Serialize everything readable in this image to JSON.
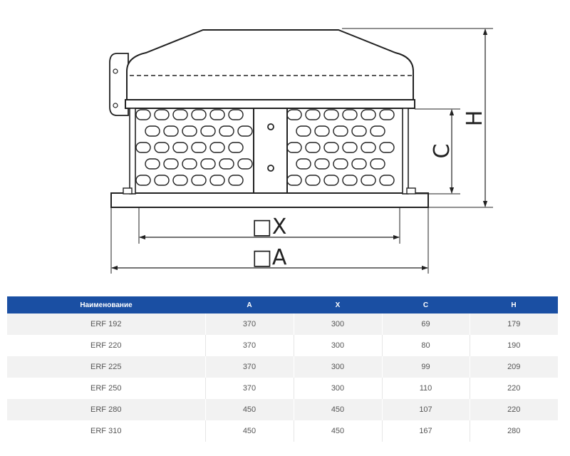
{
  "drawing": {
    "label_x": "□X",
    "label_a": "□A",
    "label_c": "C",
    "label_h": "H"
  },
  "table": {
    "headers": [
      "Наименование",
      "A",
      "X",
      "C",
      "H"
    ],
    "rows": [
      [
        "ERF 192",
        "370",
        "300",
        "69",
        "179"
      ],
      [
        "ERF 220",
        "370",
        "300",
        "80",
        "190"
      ],
      [
        "ERF 225",
        "370",
        "300",
        "99",
        "209"
      ],
      [
        "ERF 250",
        "370",
        "300",
        "110",
        "220"
      ],
      [
        "ERF 280",
        "450",
        "450",
        "107",
        "220"
      ],
      [
        "ERF 310",
        "450",
        "450",
        "167",
        "280"
      ]
    ],
    "header_color": "#1a4fa3"
  }
}
